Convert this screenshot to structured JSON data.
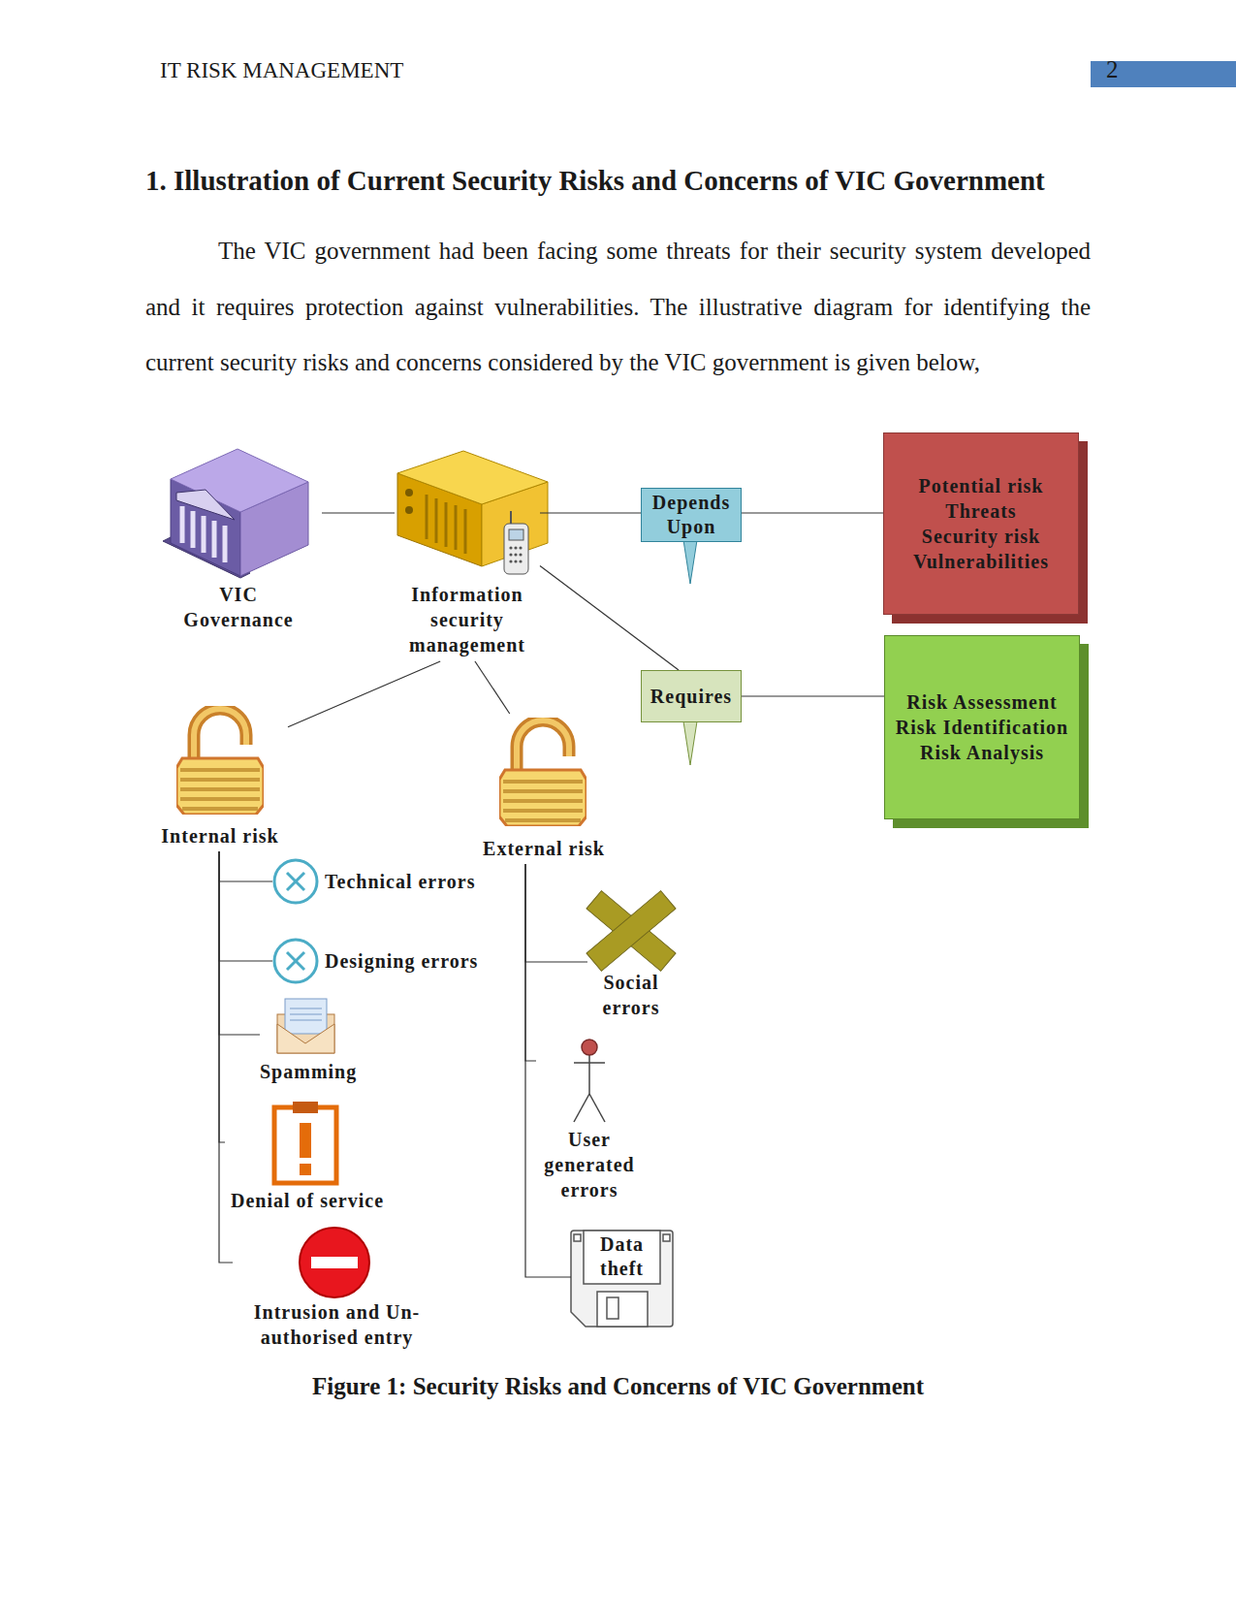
{
  "diagram": {
    "title": "1. Illustration of Current Security Risks and Concerns of VIC Government",
    "caption": "Figure 1: Security Risks and Concerns of VIC Government",
    "nodes": [
      {
        "text": [
          "VIC Governance"
        ]
      },
      {
        "text": [
          "Information security management"
        ]
      },
      {
        "text": [
          "Depends Upon"
        ]
      },
      {
        "text": [
          "Potential risk",
          "Threats",
          "Security risk",
          "Vulnerabilities"
        ]
      },
      {
        "text": [
          "Requires"
        ]
      },
      {
        "text": [
          "Risk Assessment",
          "Risk Identification",
          "Risk Analysis"
        ]
      },
      {
        "text": [
          "Internal risk"
        ]
      },
      {
        "text": [
          "External risk"
        ]
      },
      {
        "text": [
          "Technical errors"
        ]
      },
      {
        "text": [
          "Designing errors"
        ]
      },
      {
        "text": [
          "Spamming"
        ]
      },
      {
        "text": [
          "Social errors"
        ]
      },
      {
        "text": [
          "User generated errors"
        ]
      },
      {
        "text": [
          "Denial of service"
        ]
      },
      {
        "text": [
          "Data theft"
        ]
      },
      {
        "text": [
          "Intrusion and Un-authorised entry"
        ]
      }
    ],
    "edges": [
      {
        "from": 0,
        "to": 1,
        "arrow": "none"
      },
      {
        "from": 1,
        "to": 2,
        "arrow": "none"
      },
      {
        "from": 2,
        "to": 3,
        "arrow": "none"
      },
      {
        "from": 1,
        "to": 4,
        "arrow": "none"
      },
      {
        "from": 4,
        "to": 5,
        "arrow": "none"
      },
      {
        "from": 1,
        "to": 6,
        "arrow": "none"
      },
      {
        "from": 1,
        "to": 7,
        "arrow": "none"
      },
      {
        "from": 6,
        "to": 8,
        "arrow": "none"
      },
      {
        "from": 6,
        "to": 9,
        "arrow": "none"
      },
      {
        "from": 6,
        "to": 10,
        "arrow": "none"
      },
      {
        "from": 6,
        "to": 13,
        "arrow": "none"
      },
      {
        "from": 6,
        "to": 15,
        "arrow": "none"
      },
      {
        "from": 7,
        "to": 11,
        "arrow": "none"
      },
      {
        "from": 7,
        "to": 12,
        "arrow": "none"
      },
      {
        "from": 7,
        "to": 14,
        "arrow": "none"
      }
    ],
    "labels": [
      "IT RISK MANAGEMENT",
      "2",
      "The VIC government had been facing some threats for their security system developed and it requires protection against vulnerabilities. The illustrative diagram for identifying the current security risks and concerns considered by the VIC government is given below,"
    ]
  }
}
